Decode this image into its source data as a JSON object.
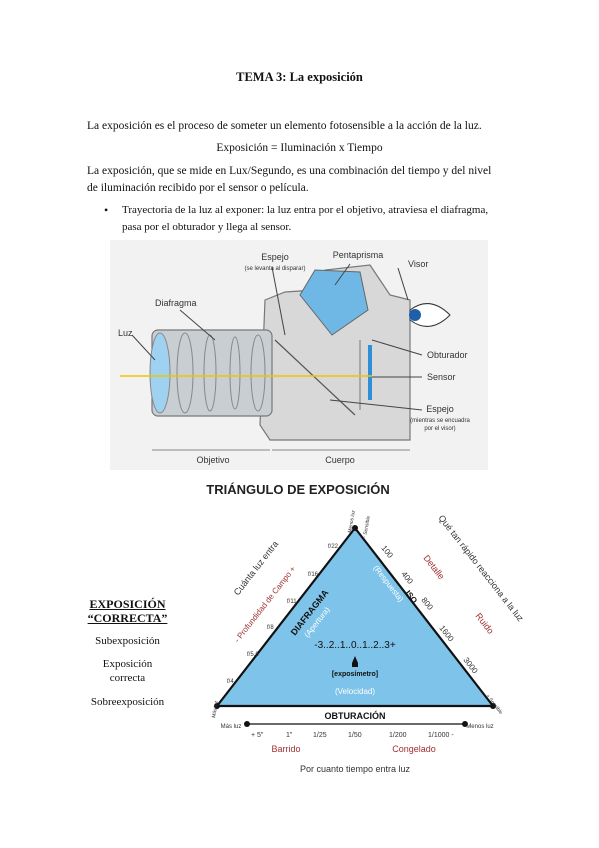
{
  "doc": {
    "title": "TEMA 3: La exposición",
    "p1": "La exposición es el proceso de someter un elemento fotosensible a la acción de la luz.",
    "formula": "Exposición = Iluminación x Tiempo",
    "p2a": "La exposición, que se mide en Lux/Segundo, es una combinación del tiempo y del nivel",
    "p2b": "de iluminación recibido por el sensor o película.",
    "bullet_a": "Trayectoria de la luz al exponer: la luz entra por el objetivo, atraviesa el diafragma,",
    "bullet_b": "pasa por el obturador y llega al sensor."
  },
  "camera": {
    "espejo_top": "Espejo",
    "espejo_top_sub": "(se levanta al disparar)",
    "pentaprisma": "Pentaprisma",
    "visor": "Visor",
    "diafragma": "Diafragma",
    "luz": "Luz",
    "obturador": "Obturador",
    "sensor": "Sensor",
    "espejo_bottom": "Espejo",
    "espejo_bottom_sub1": "(mientras se encuadra",
    "espejo_bottom_sub2": "por el visor)",
    "objetivo": "Objetivo",
    "cuerpo": "Cuerpo"
  },
  "side": {
    "heading1": "EXPOSICIÓN",
    "heading2": "“CORRECTA”",
    "item1": "Subexposición",
    "item2a": "Exposición",
    "item2b": "correcta",
    "item3": "Sobreexposición"
  },
  "triangle": {
    "title": "TRIÁNGULO DE EXPOSICIÓN",
    "left_outer": "Cuánta luz entra",
    "left_red": "- Profundidad de Campo +",
    "right_outer": "Qué tan rápido reacciona a la luz",
    "detalle": "Detalle",
    "ruido": "Ruido",
    "diafragma": "DIAFRAGMA",
    "apertura": "(Apertura)",
    "iso": "ISO",
    "respuesta": "(Respuesta)",
    "scale": "-3..2..1..0..1..2..3+",
    "exposimetro": "[exposímetro]",
    "velocidad": "(Velocidad)",
    "obturacion": "OBTURACIÓN",
    "menos_luz_top": "Menos luz",
    "mas_luz_left": "Más luz",
    "f_stops": [
      "f/4",
      "f/5.6",
      "f/8",
      "f/11",
      "f/16",
      "f/22"
    ],
    "iso_values": [
      "100",
      "400",
      "800",
      "1600",
      "3000"
    ],
    "sensible_top": "- Sensible",
    "sensible_bottom": "+ Sensible",
    "mas_luz_bottom": "Más luz",
    "menos_luz_bottom": "Menos luz",
    "shutter": [
      "+ 5\"",
      "1\"",
      "1/25",
      "1/50",
      "1/200",
      "1/1000 -"
    ],
    "barrido": "Barrido",
    "congelado": "Congelado",
    "bottom_caption": "Por cuanto tiempo entra luz"
  }
}
